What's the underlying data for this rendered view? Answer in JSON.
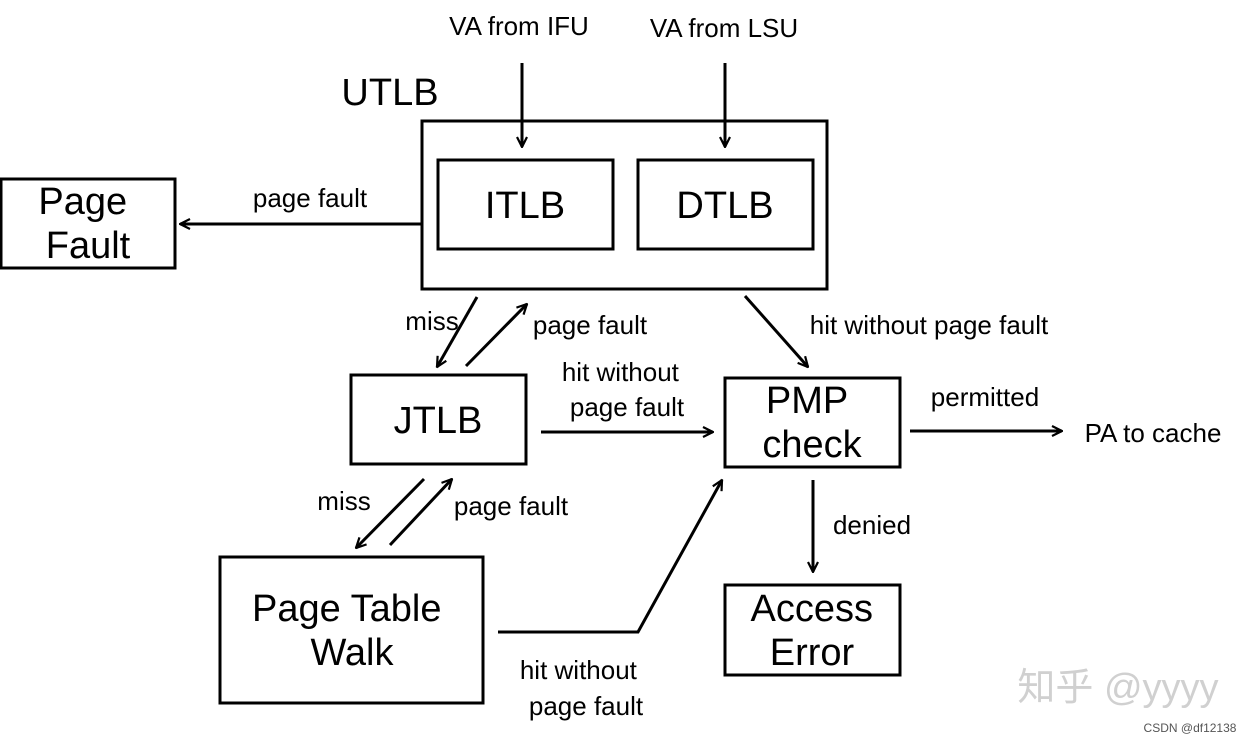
{
  "inputs": {
    "ifu": "VA from IFU",
    "lsu": "VA from LSU"
  },
  "boxes": {
    "utlb": "UTLB",
    "itlb": "ITLB",
    "dtlb": "DTLB",
    "page_fault": [
      "Page",
      "Fault"
    ],
    "jtlb": "JTLB",
    "pmp": [
      "PMP",
      "check"
    ],
    "ptw": [
      "Page Table",
      "Walk"
    ],
    "access_error": [
      "Access",
      "Error"
    ]
  },
  "edges": {
    "utlb_page_fault": "page fault",
    "utlb_miss": "miss",
    "jtlb_page_fault": "page fault",
    "utlb_hit": "hit without page fault",
    "jtlb_hit": [
      "hit without",
      "page fault"
    ],
    "permitted": "permitted",
    "pa_to_cache": "PA to cache",
    "jtlb_miss": "miss",
    "ptw_page_fault": "page fault",
    "denied": "denied",
    "ptw_hit": [
      "hit without",
      "page fault"
    ]
  },
  "watermark": "知乎 @yyyy",
  "credit": "CSDN @df12138"
}
